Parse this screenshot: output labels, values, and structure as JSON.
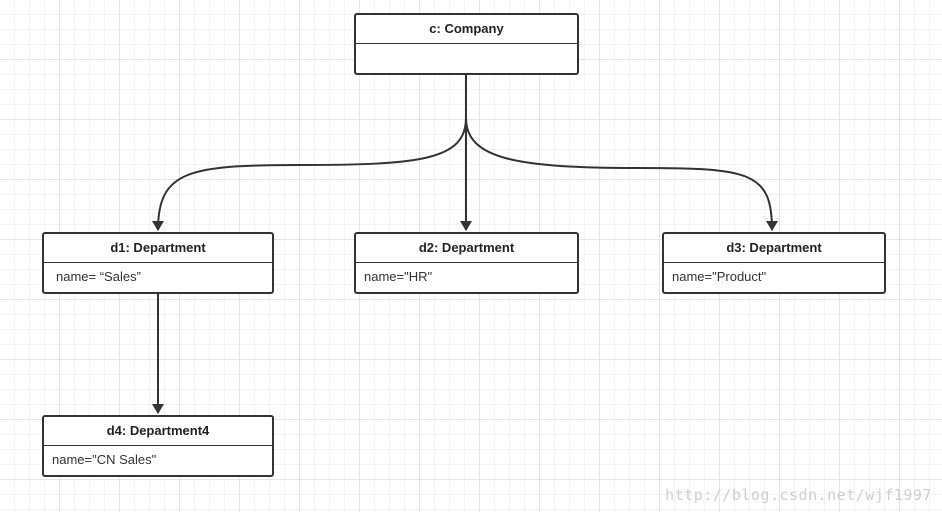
{
  "diagram": {
    "objects": [
      {
        "id": "company",
        "title": "c: Company",
        "attr": ""
      },
      {
        "id": "d1",
        "title": "d1: Department",
        "attr": "name=  “Sales”"
      },
      {
        "id": "d2",
        "title": "d2: Department",
        "attr": "name=\"HR\""
      },
      {
        "id": "d3",
        "title": "d3: Department",
        "attr": "name=\"Product\""
      },
      {
        "id": "d4",
        "title": "d4: Department4",
        "attr": "name=\"CN Sales\""
      }
    ],
    "connectors": [
      {
        "from": "company",
        "to": "d1"
      },
      {
        "from": "company",
        "to": "d2"
      },
      {
        "from": "company",
        "to": "d3"
      },
      {
        "from": "d1",
        "to": "d4"
      }
    ]
  },
  "watermark": "http://blog.csdn.net/wjf1997",
  "colors": {
    "line": "#333333",
    "grid": "#e6e6e6",
    "watermark": "#cfcfcf"
  }
}
